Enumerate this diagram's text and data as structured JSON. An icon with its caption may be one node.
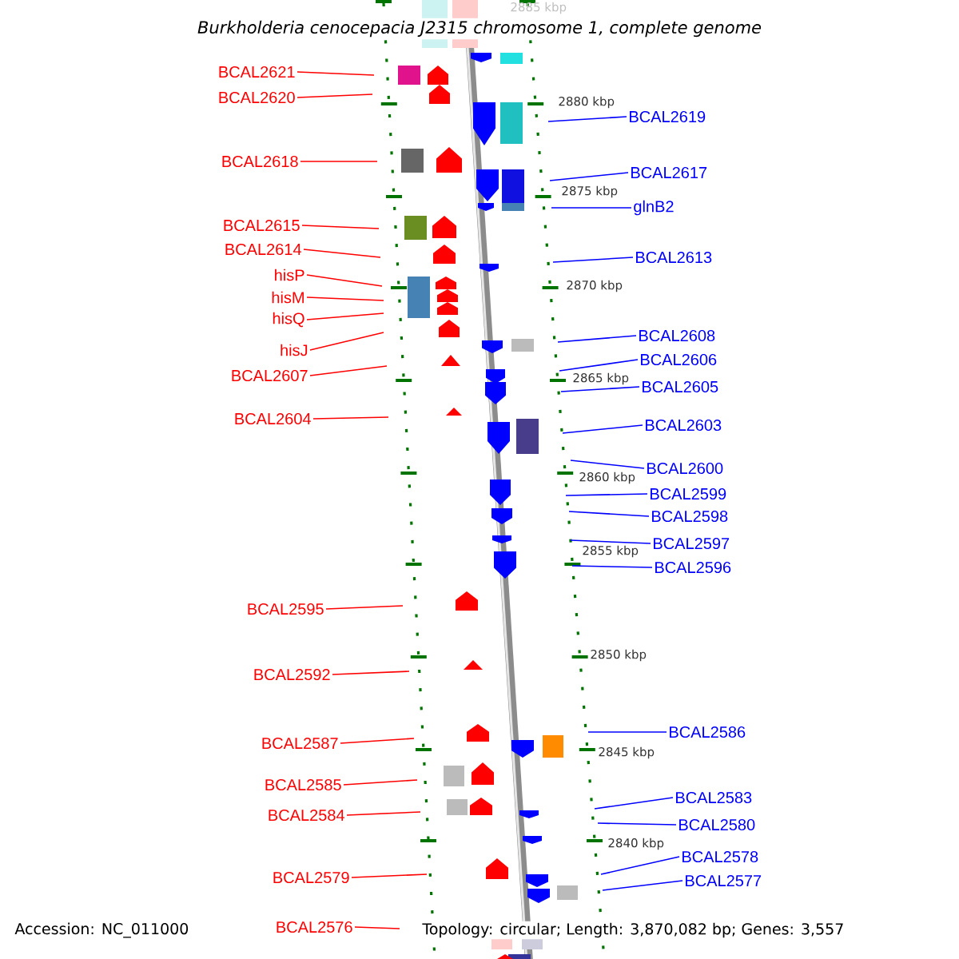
{
  "diagram": {
    "title": "Burkholderia cenocepacia J2315 chromosome 1, complete genome",
    "nodes": [
      {
        "text": [
          "BCAL2621"
        ]
      },
      {
        "text": [
          "BCAL2620"
        ]
      },
      {
        "text": [
          "BCAL2618"
        ]
      },
      {
        "text": [
          "BCAL2615"
        ]
      },
      {
        "text": [
          "BCAL2614"
        ]
      },
      {
        "text": [
          "hisP"
        ]
      },
      {
        "text": [
          "hisM"
        ]
      },
      {
        "text": [
          "hisQ"
        ]
      },
      {
        "text": [
          "hisJ"
        ]
      },
      {
        "text": [
          "BCAL2607"
        ]
      },
      {
        "text": [
          "BCAL2604"
        ]
      },
      {
        "text": [
          "BCAL2595"
        ]
      },
      {
        "text": [
          "BCAL2592"
        ]
      },
      {
        "text": [
          "BCAL2587"
        ]
      },
      {
        "text": [
          "BCAL2585"
        ]
      },
      {
        "text": [
          "BCAL2584"
        ]
      },
      {
        "text": [
          "BCAL2579"
        ]
      },
      {
        "text": [
          "BCAL2576"
        ]
      },
      {
        "text": [
          "BCAL2619"
        ]
      },
      {
        "text": [
          "BCAL2617"
        ]
      },
      {
        "text": [
          "glnB2"
        ]
      },
      {
        "text": [
          "BCAL2613"
        ]
      },
      {
        "text": [
          "BCAL2608"
        ]
      },
      {
        "text": [
          "BCAL2606"
        ]
      },
      {
        "text": [
          "BCAL2605"
        ]
      },
      {
        "text": [
          "BCAL2603"
        ]
      },
      {
        "text": [
          "BCAL2600"
        ]
      },
      {
        "text": [
          "BCAL2599"
        ]
      },
      {
        "text": [
          "BCAL2598"
        ]
      },
      {
        "text": [
          "BCAL2597"
        ]
      },
      {
        "text": [
          "BCAL2596"
        ]
      },
      {
        "text": [
          "BCAL2586"
        ]
      },
      {
        "text": [
          "BCAL2583"
        ]
      },
      {
        "text": [
          "BCAL2580"
        ]
      },
      {
        "text": [
          "BCAL2578"
        ]
      },
      {
        "text": [
          "BCAL2577"
        ]
      }
    ],
    "edges": [
      {
        "from": 0,
        "to": null,
        "arrow": "none",
        "color": "#ff0000"
      },
      {
        "from": 1,
        "to": null,
        "arrow": "none",
        "color": "#ff0000"
      },
      {
        "from": 2,
        "to": null,
        "arrow": "none",
        "color": "#ff0000"
      },
      {
        "from": 3,
        "to": null,
        "arrow": "none",
        "color": "#ff0000"
      },
      {
        "from": 4,
        "to": null,
        "arrow": "none",
        "color": "#ff0000"
      },
      {
        "from": 5,
        "to": null,
        "arrow": "none",
        "color": "#ff0000"
      },
      {
        "from": 6,
        "to": null,
        "arrow": "none",
        "color": "#ff0000"
      },
      {
        "from": 7,
        "to": null,
        "arrow": "none",
        "color": "#ff0000"
      },
      {
        "from": 8,
        "to": null,
        "arrow": "none",
        "color": "#ff0000"
      },
      {
        "from": 9,
        "to": null,
        "arrow": "none",
        "color": "#ff0000"
      },
      {
        "from": 10,
        "to": null,
        "arrow": "none",
        "color": "#ff0000"
      },
      {
        "from": 11,
        "to": null,
        "arrow": "none",
        "color": "#ff0000"
      },
      {
        "from": 12,
        "to": null,
        "arrow": "none",
        "color": "#ff0000"
      },
      {
        "from": 13,
        "to": null,
        "arrow": "none",
        "color": "#ff0000"
      },
      {
        "from": 14,
        "to": null,
        "arrow": "none",
        "color": "#ff0000"
      },
      {
        "from": 15,
        "to": null,
        "arrow": "none",
        "color": "#ff0000"
      },
      {
        "from": 16,
        "to": null,
        "arrow": "none",
        "color": "#ff0000"
      },
      {
        "from": 17,
        "to": null,
        "arrow": "none",
        "color": "#ff0000"
      },
      {
        "from": 18,
        "to": null,
        "arrow": "none",
        "color": "#0000ff"
      },
      {
        "from": 19,
        "to": null,
        "arrow": "none",
        "color": "#0000ff"
      },
      {
        "from": 20,
        "to": null,
        "arrow": "none",
        "color": "#0000ff"
      },
      {
        "from": 21,
        "to": null,
        "arrow": "none",
        "color": "#0000ff"
      },
      {
        "from": 22,
        "to": null,
        "arrow": "none",
        "color": "#0000ff"
      },
      {
        "from": 23,
        "to": null,
        "arrow": "none",
        "color": "#0000ff"
      },
      {
        "from": 24,
        "to": null,
        "arrow": "none",
        "color": "#0000ff"
      },
      {
        "from": 25,
        "to": null,
        "arrow": "none",
        "color": "#0000ff"
      },
      {
        "from": 26,
        "to": null,
        "arrow": "none",
        "color": "#0000ff"
      },
      {
        "from": 27,
        "to": null,
        "arrow": "none",
        "color": "#0000ff"
      },
      {
        "from": 28,
        "to": null,
        "arrow": "none",
        "color": "#0000ff"
      },
      {
        "from": 29,
        "to": null,
        "arrow": "none",
        "color": "#0000ff"
      },
      {
        "from": 30,
        "to": null,
        "arrow": "none",
        "color": "#0000ff"
      },
      {
        "from": 31,
        "to": null,
        "arrow": "none",
        "color": "#0000ff"
      },
      {
        "from": 32,
        "to": null,
        "arrow": "none",
        "color": "#0000ff"
      },
      {
        "from": 33,
        "to": null,
        "arrow": "none",
        "color": "#0000ff"
      },
      {
        "from": 34,
        "to": null,
        "arrow": "none",
        "color": "#0000ff"
      },
      {
        "from": 35,
        "to": null,
        "arrow": "none",
        "color": "#0000ff"
      }
    ],
    "labels": [
      "2885 kbp",
      "2880 kbp",
      "2875 kbp",
      "2870 kbp",
      "2865 kbp",
      "2860 kbp",
      "2855 kbp",
      "2850 kbp",
      "2845 kbp",
      "2840 kbp",
      "Accession: NC_011000",
      "Topology: circular; Length: 3,870,082 bp; Genes: 3,557"
    ]
  }
}
